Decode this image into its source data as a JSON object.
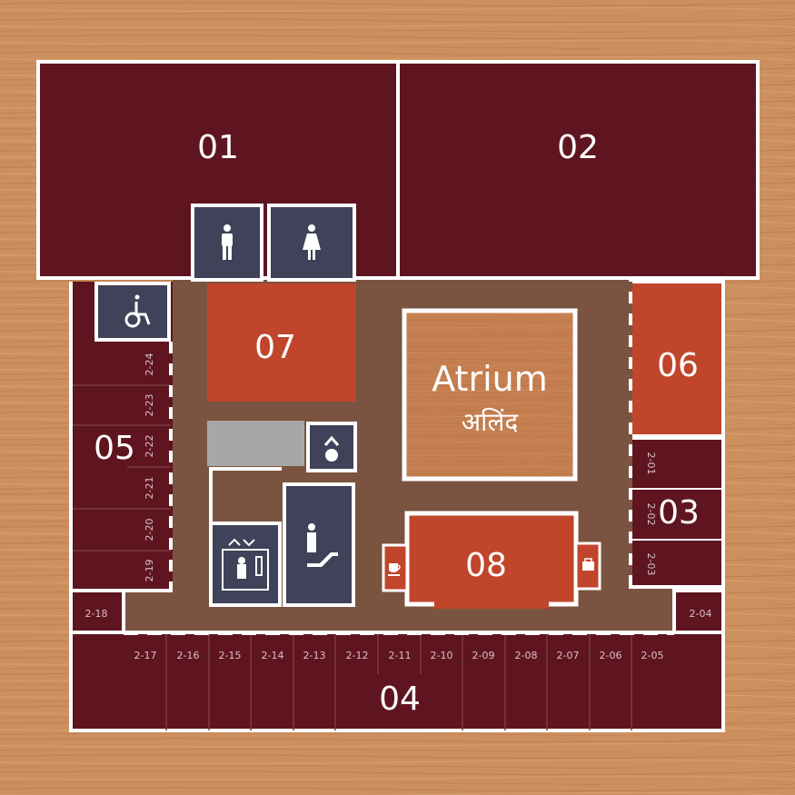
{
  "labels": {
    "room_01": "01",
    "room_02": "02",
    "room_03": "03",
    "room_04": "04",
    "room_05": "05",
    "room_06": "06",
    "room_07": "07",
    "room_08": "08",
    "atrium": "Atrium",
    "atrium_sub": "अलिंद"
  },
  "units": {
    "u201": "2-01",
    "u202": "2-02",
    "u203": "2-03",
    "u204": "2-04",
    "u205": "2-05",
    "u206": "2-06",
    "u207": "2-07",
    "u208": "2-08",
    "u209": "2-09",
    "u210": "2-10",
    "u211": "2-11",
    "u212": "2-12",
    "u213": "2-13",
    "u214": "2-14",
    "u215": "2-15",
    "u216": "2-16",
    "u217": "2-17",
    "u218": "2-18",
    "u219": "2-19",
    "u220": "2-20",
    "u221": "2-21",
    "u222": "2-22",
    "u223": "2-23",
    "u224": "2-24"
  },
  "icons": {
    "mens_restroom": "mens-restroom-icon",
    "womens_restroom": "womens-restroom-icon",
    "accessible_restroom": "wheelchair-icon",
    "elevator": "elevator-icon",
    "escalator": "escalator-icon",
    "info": "information-icon",
    "cafe": "coffee-cup-icon",
    "shop": "shopping-bag-icon"
  },
  "colors": {
    "store": "#5f1520",
    "feature": "#c0452b",
    "service": "#3f4258",
    "corridor": "#7a5440",
    "atrium_floor": "#c47e4f",
    "wood": "#c98b5b",
    "gray_block": "#a7a7a7",
    "outline": "#ffffff"
  }
}
